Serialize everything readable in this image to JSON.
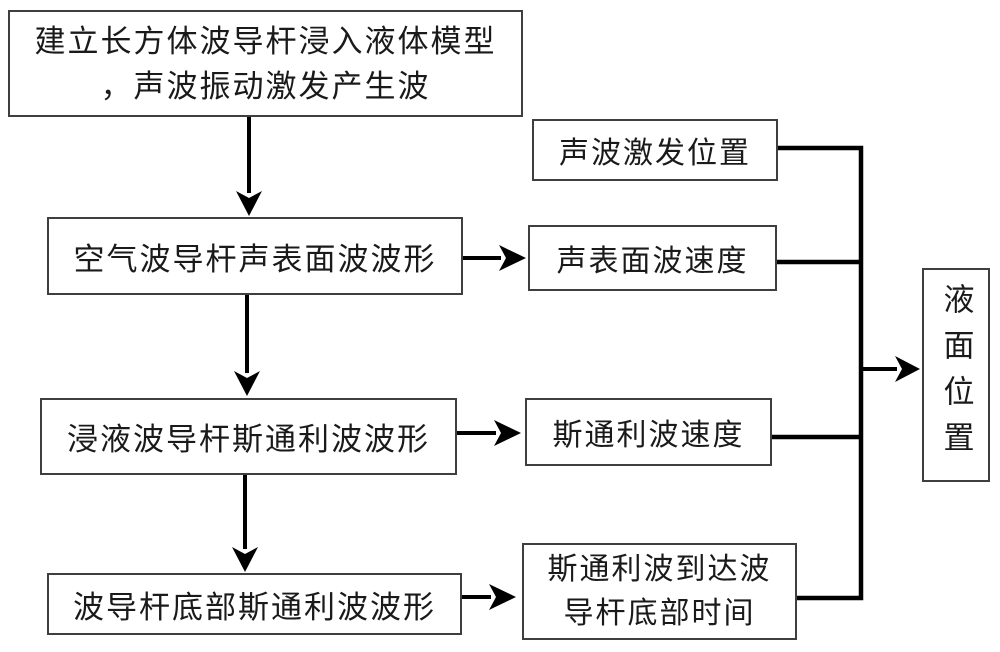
{
  "flowchart": {
    "colors": {
      "background": "#ffffff",
      "box_border": "#3f3f3f",
      "connector": "#000000",
      "text": "#1a1a1a"
    },
    "nodes": {
      "model": {
        "line1": "建立长方体波导杆浸入液体模型",
        "line2": "，声波振动激发产生波"
      },
      "air_saw_waveform": {
        "label": "空气波导杆声表面波波形"
      },
      "immersed_stoneley_waveform": {
        "label": "浸液波导杆斯通利波波形"
      },
      "bottom_stoneley_waveform": {
        "label": "波导杆底部斯通利波波形"
      },
      "excitation_position": {
        "label": "声波激发位置"
      },
      "saw_velocity": {
        "label": "声表面波速度"
      },
      "stoneley_velocity": {
        "label": "斯通利波速度"
      },
      "arrival_time": {
        "line1": "斯通利波到达波",
        "line2": "导杆底部时间"
      },
      "liquid_level": {
        "label": "液面位置"
      }
    }
  }
}
